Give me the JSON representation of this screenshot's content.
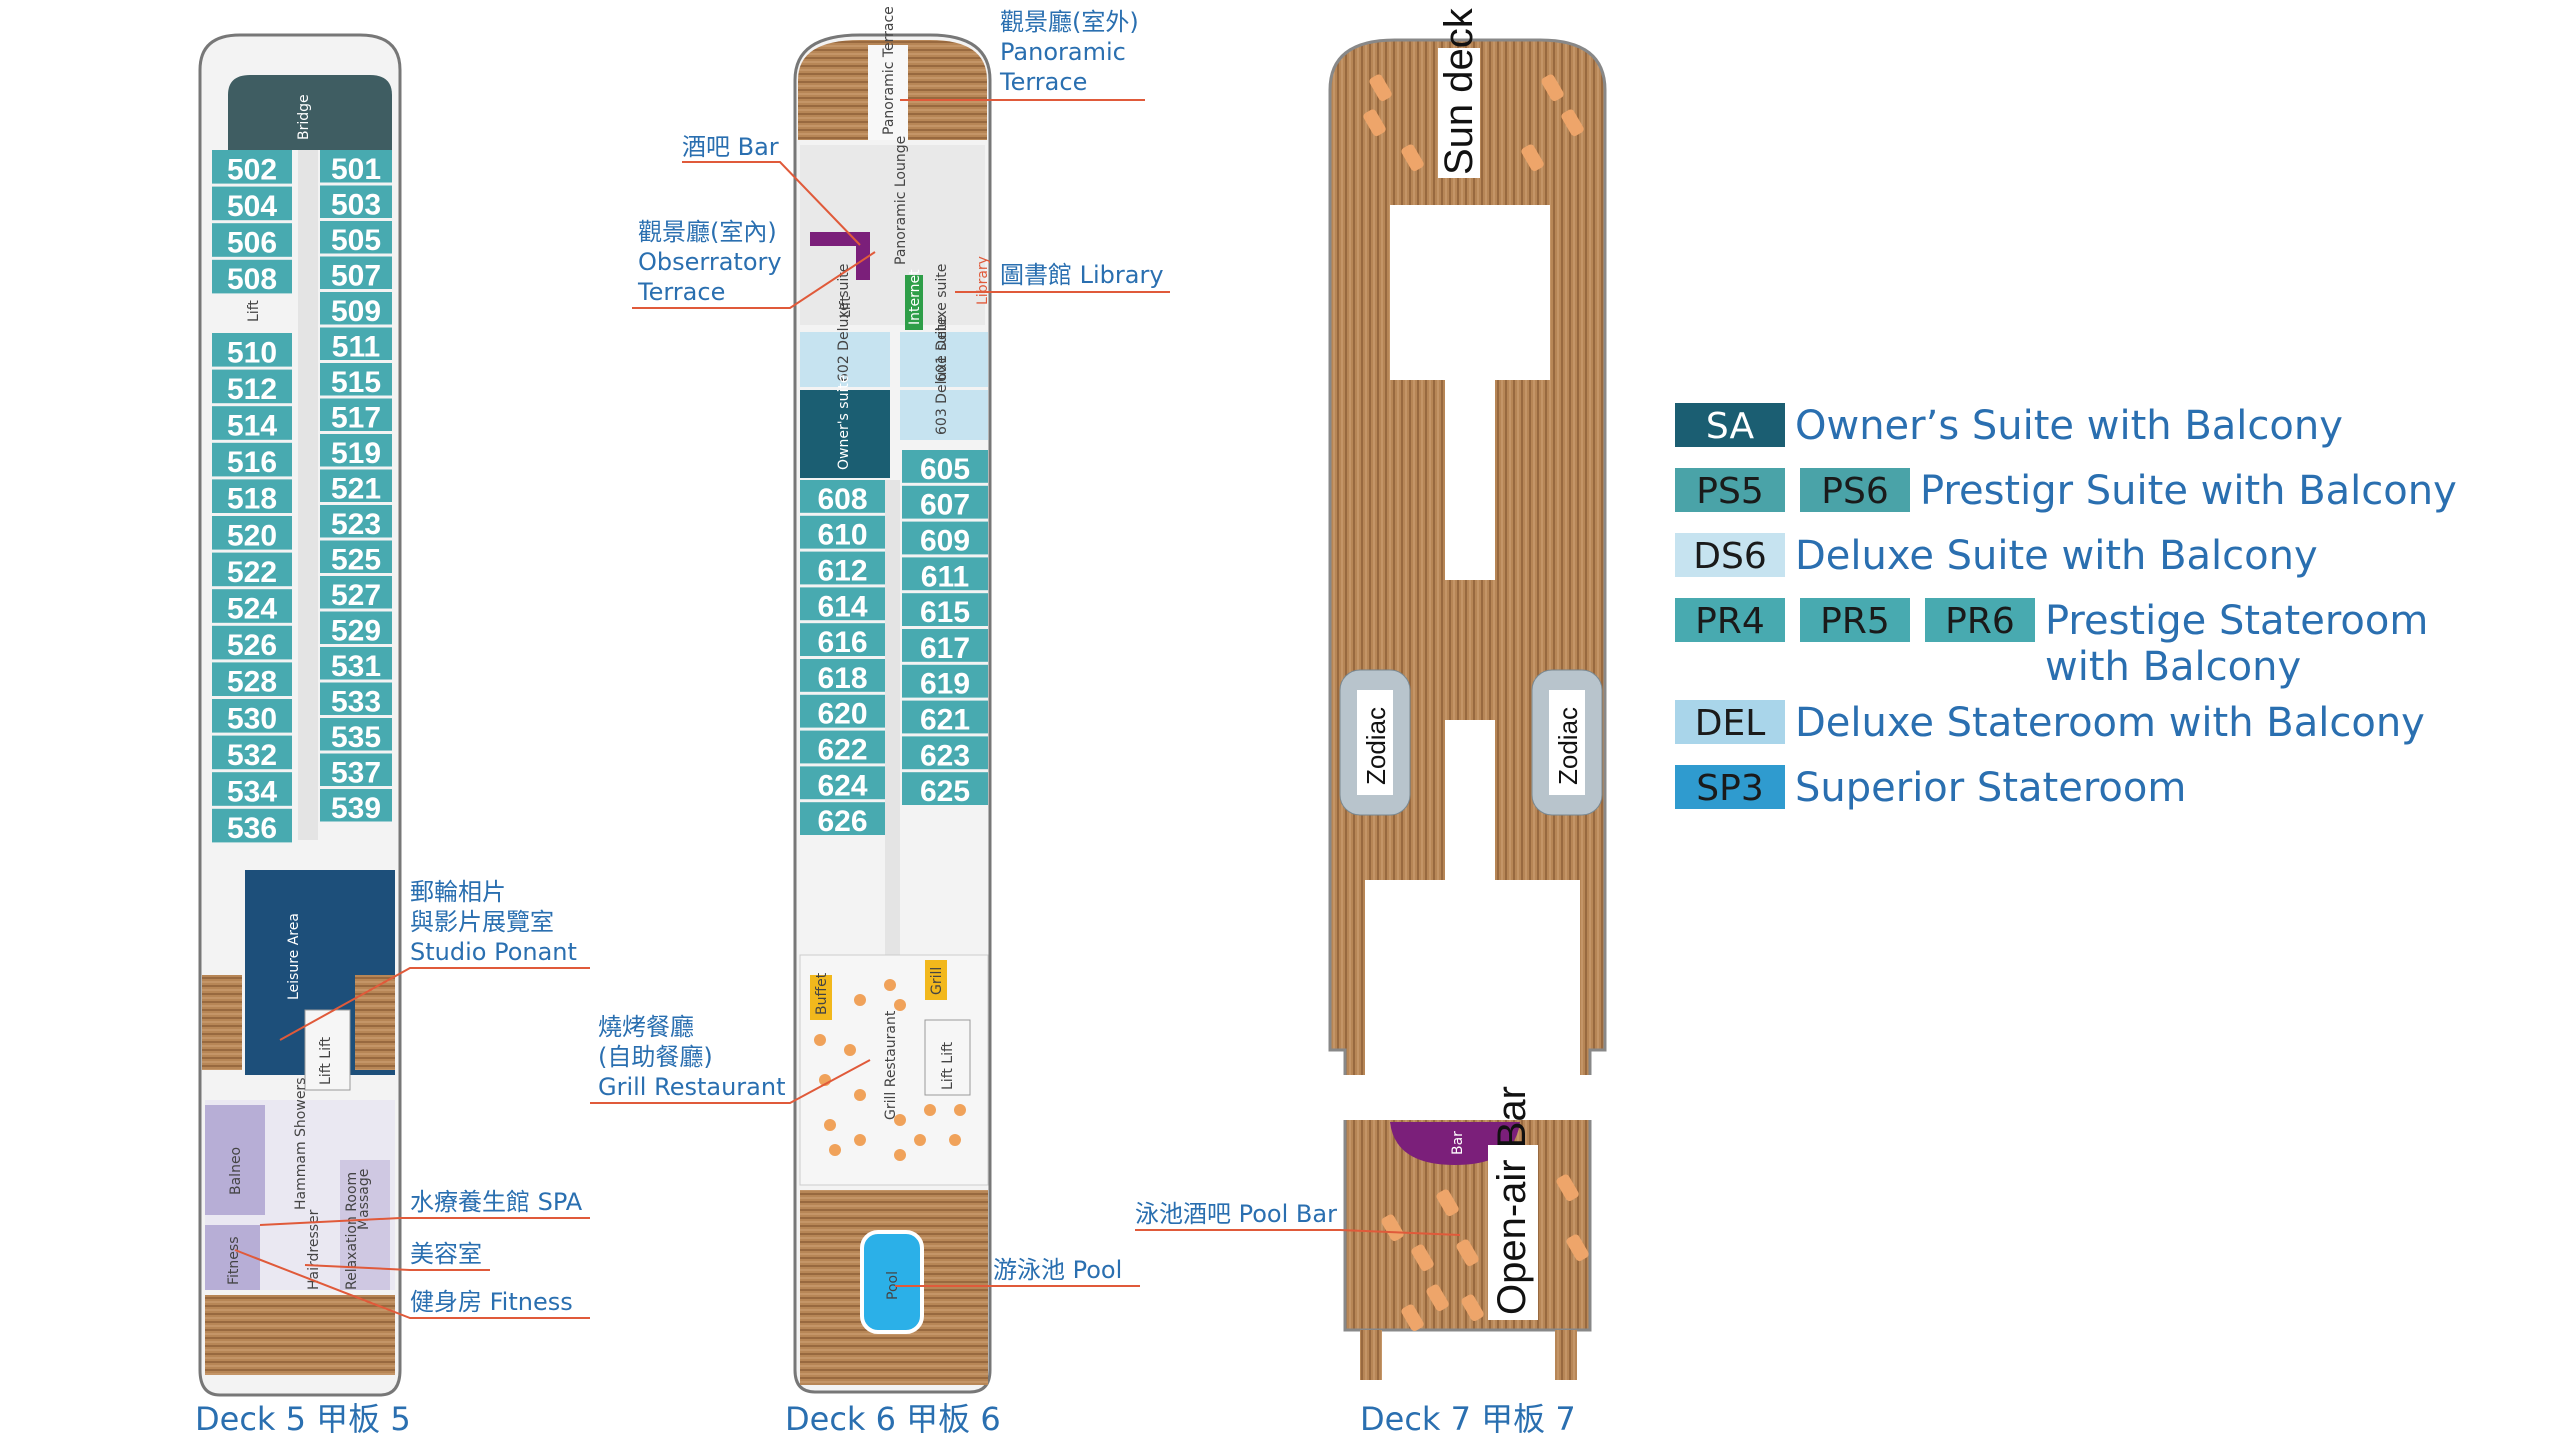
{
  "decks": [
    {
      "title": "Deck 5 甲板 5"
    },
    {
      "title": "Deck 6 甲板 6"
    },
    {
      "title": "Deck 7 甲板 7"
    }
  ],
  "deck5": {
    "bridge": "Bridge",
    "left_cabins": [
      "502",
      "504",
      "506",
      "508",
      "510",
      "512",
      "514",
      "516",
      "518",
      "520",
      "522",
      "524",
      "526",
      "528",
      "530",
      "532",
      "534",
      "536"
    ],
    "right_cabins": [
      "501",
      "503",
      "505",
      "507",
      "509",
      "511",
      "515",
      "517",
      "519",
      "521",
      "523",
      "525",
      "527",
      "529",
      "531",
      "533",
      "535",
      "537",
      "539"
    ],
    "lift": "Lift",
    "leisure_area": "Leisure Area",
    "lift_lift": "Lift Lift",
    "balneo": "Balneo",
    "hammam": "Hammam Showers",
    "massage": "Massage",
    "fitness": "Fitness",
    "hairdresser": "Hairdresser",
    "relaxation": "Relaxation Room",
    "callouts": {
      "studio_zh1": "郵輪相片",
      "studio_zh2": "與影片展覽室",
      "studio_en": "Studio Ponant",
      "spa": "水療養生館 SPA",
      "beauty": "美容室",
      "fitness": "健身房 Fitness"
    }
  },
  "deck6": {
    "panoramic_terrace": "Panoramic Terrace",
    "panoramic_lounge": "Panoramic Lounge",
    "lift": "Lift",
    "internet": "Internet",
    "library": "Library",
    "suite_602": "602 Deluxe suite",
    "suite_601": "601 Deluxe suite",
    "owners": "Owner's suite",
    "suite_603": "603 Deluxe suite",
    "left_cabins": [
      "608",
      "610",
      "612",
      "614",
      "616",
      "618",
      "620",
      "622",
      "624",
      "626"
    ],
    "right_cabins": [
      "605",
      "607",
      "609",
      "611",
      "615",
      "617",
      "619",
      "621",
      "623",
      "625"
    ],
    "buffet": "Buffet",
    "grill": "Grill",
    "grill_restaurant": "Grill Restaurant",
    "lift_lift": "Lift Lift",
    "pool": "Pool",
    "callouts": {
      "pano_zh": "觀景廳(室外)",
      "pano_en1": "Panoramic",
      "pano_en2": "Terrace",
      "bar": "酒吧 Bar",
      "obs_zh": "觀景廳(室內)",
      "obs_en1": "Obserratory",
      "obs_en2": "Terrace",
      "library": "圖書館 Library",
      "grill_zh1": "燒烤餐廳",
      "grill_zh2": "(自助餐廳)",
      "grill_en": "Grill Restaurant",
      "pool": "游泳池 Pool"
    }
  },
  "deck7": {
    "sun_deck": "Sun deck",
    "zodiac": "Zodiac",
    "bar": "Bar",
    "open_air_bar": "Open-air Bar",
    "callouts": {
      "pool_bar": "泳池酒吧 Pool Bar"
    }
  },
  "legend": [
    {
      "badges": [
        "SA"
      ],
      "text": "Owner’s Suite with Balcony",
      "text2": "",
      "color": "#1b5e72",
      "textcolor": "#ffffff"
    },
    {
      "badges": [
        "PS5",
        "PS6"
      ],
      "text": "Prestigr Suite with Balcony",
      "text2": "",
      "color": "#4aa3a8",
      "textcolor": "#1a1a1a"
    },
    {
      "badges": [
        "DS6"
      ],
      "text": "Deluxe Suite with Balcony",
      "text2": "",
      "color": "#c6e3f0",
      "textcolor": "#1a1a1a"
    },
    {
      "badges": [
        "PR4",
        "PR5",
        "PR6"
      ],
      "text": "Prestige Stateroom",
      "text2": "with Balcony",
      "color": "#48aab0",
      "textcolor": "#1a1a1a"
    },
    {
      "badges": [
        "DEL"
      ],
      "text": "Deluxe Stateroom with Balcony",
      "text2": "",
      "color": "#a9d5ea",
      "textcolor": "#1a1a1a"
    },
    {
      "badges": [
        "SP3"
      ],
      "text": "Superior Stateroom",
      "text2": "",
      "color": "#2f9bcf",
      "textcolor": "#1a1a1a"
    }
  ],
  "colors": {
    "cabin_teal": "#48aab0",
    "suite_dark": "#1b5e72",
    "deluxe_light": "#c6e3f0",
    "wood": "#b78656",
    "callout_text": "#2a6fb0",
    "leader_line": "#e05a3a",
    "bar_purple": "#7b1f7a",
    "buffet_yellow": "#f2b81c",
    "internet_green": "#2e9e48"
  }
}
